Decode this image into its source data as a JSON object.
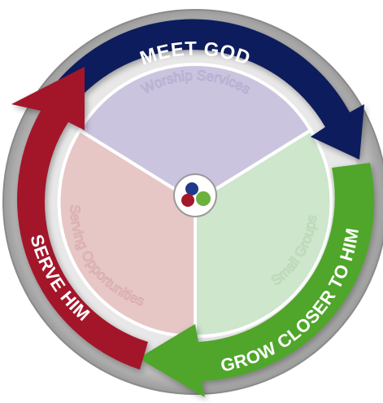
{
  "diagram": {
    "arrows": [
      {
        "id": "meet-god",
        "label": "MEET GOD",
        "color": "#0f1b5c"
      },
      {
        "id": "grow-closer",
        "label": "GROW CLOSER TO HIM",
        "color": "#4fa62b"
      },
      {
        "id": "serve-him",
        "label": "SERVE HIM",
        "color": "#a3182a"
      }
    ],
    "sectors": [
      {
        "id": "worship",
        "label": "Worship Services",
        "fill": "#cbc4df",
        "text_color": "#b6aed0"
      },
      {
        "id": "small-groups",
        "label": "Small Groups",
        "fill": "#cde6cc",
        "text_color": "#b9d8b6"
      },
      {
        "id": "serving",
        "label": "Serving Opportunities",
        "fill": "#e7c6c6",
        "text_color": "#d9adad"
      }
    ],
    "logo": {
      "name": "church-logo-icon",
      "dot_colors": [
        "#1f3a8a",
        "#a3182a",
        "#6bb23c"
      ]
    }
  }
}
